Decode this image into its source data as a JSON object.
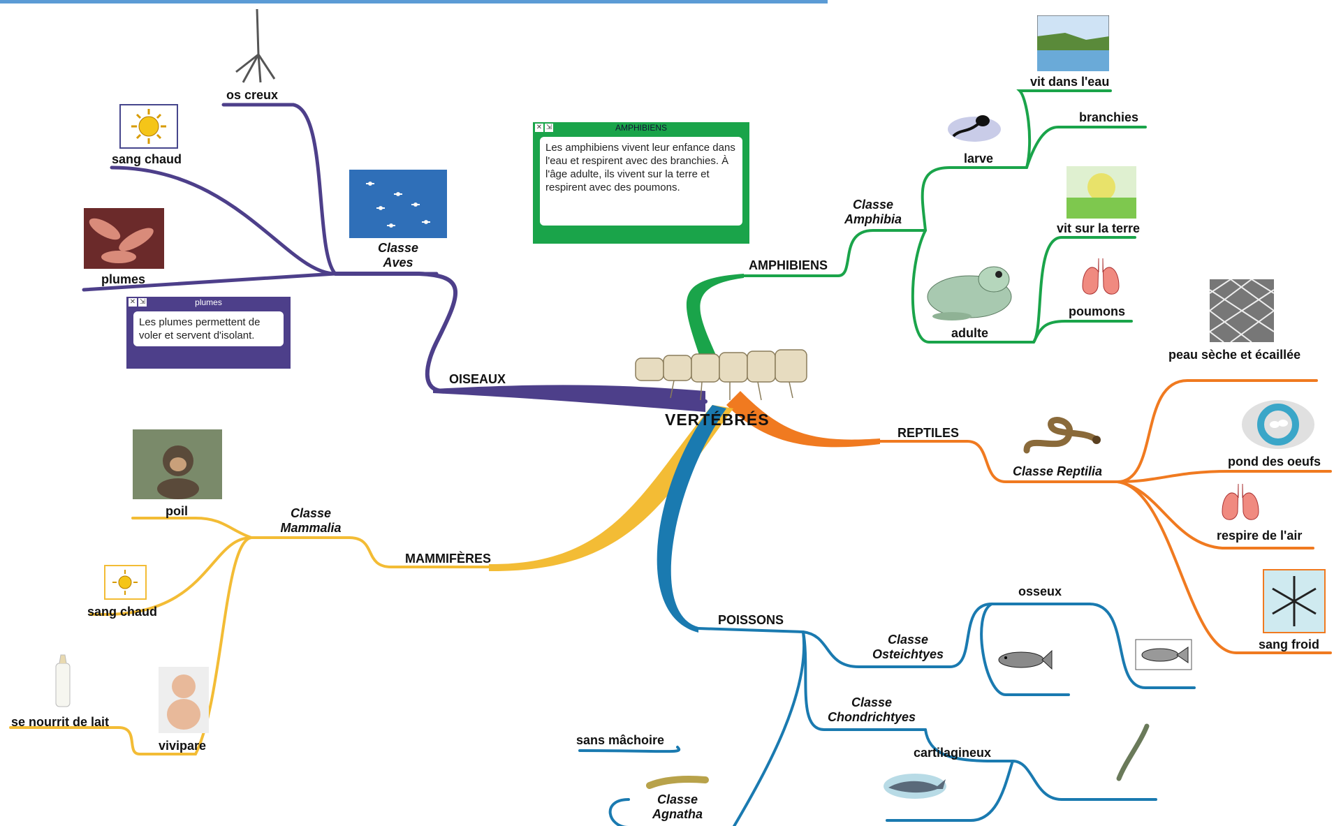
{
  "center": {
    "label": "VERTÉBRÉS"
  },
  "colors": {
    "oiseaux": "#4d3f8a",
    "amphibiens": "#1aa44a",
    "reptiles": "#f07a20",
    "mammiferes": "#f3bc35",
    "poissons": "#1a7ab0"
  },
  "branches": {
    "oiseaux": {
      "label": "OISEAUX",
      "classe": "Classe",
      "classe_name": "Aves",
      "items": [
        "os creux",
        "sang chaud",
        "plumes"
      ],
      "note": {
        "title": "plumes",
        "text": "Les plumes permettent de voler et servent d'isolant."
      }
    },
    "amphibiens": {
      "label": "AMPHIBIENS",
      "classe": "Classe",
      "classe_name": "Amphibia",
      "items": [
        "vit dans l'eau",
        "branchies",
        "larve",
        "vit sur la terre",
        "poumons",
        "adulte"
      ],
      "note": {
        "title": "AMPHIBIENS",
        "text": "Les amphibiens vivent leur enfance dans l'eau et respirent avec des branchies. À l'âge adulte, ils vivent sur la terre et respirent avec des poumons."
      }
    },
    "reptiles": {
      "label": "REPTILES",
      "classe": "Classe Reptilia",
      "items": [
        "peau sèche et écaillée",
        "pond des oeufs",
        "respire de l'air",
        "sang froid"
      ]
    },
    "mammiferes": {
      "label": "MAMMIFÈRES",
      "classe": "Classe",
      "classe_name": "Mammalia",
      "items": [
        "poil",
        "sang chaud",
        "se nourrit de lait",
        "vivipare"
      ]
    },
    "poissons": {
      "label": "POISSONS",
      "osteichtyes": {
        "classe": "Classe",
        "classe_name": "Osteichtyes",
        "item": "osseux"
      },
      "chondrichtyes": {
        "classe": "Classe",
        "classe_name": "Chondrichtyes",
        "item": "cartilagineux"
      },
      "agnatha": {
        "classe": "Classe",
        "classe_name": "Agnatha",
        "item": "sans mâchoire"
      }
    }
  }
}
